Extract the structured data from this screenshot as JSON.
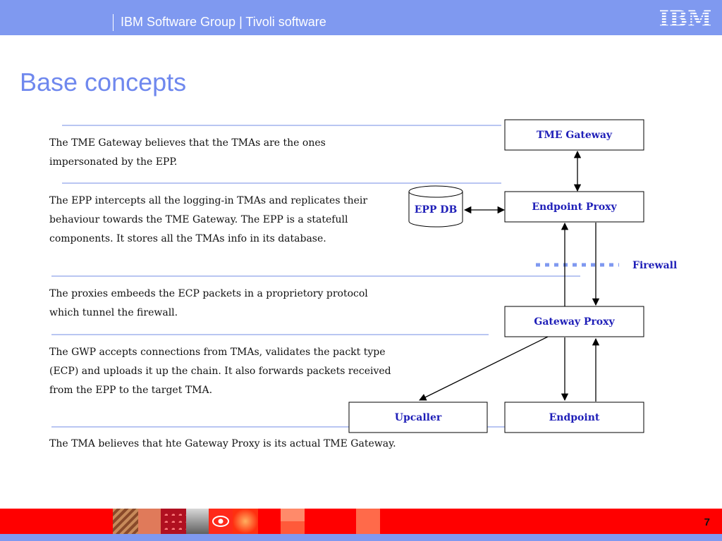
{
  "header": {
    "text": "IBM Software Group | Tivoli software",
    "logo": "IBM"
  },
  "page_title": "Base concepts",
  "paragraphs": [
    {
      "lines": [
        "The TME Gateway believes that the TMAs are the ones",
        "impersonated by the EPP."
      ]
    },
    {
      "lines": [
        "The EPP intercepts all the logging-in TMAs and replicates their",
        "behaviour towards the TME Gateway. The EPP is a statefull",
        "components. It stores all the TMAs info in its database."
      ]
    },
    {
      "lines": [
        "The proxies embeeds the ECP packets in a proprietory protocol",
        "which tunnel the firewall."
      ]
    },
    {
      "lines": [
        "The GWP accepts connections from TMAs, validates the packt type",
        "(ECP) and uploads it up the chain. It also forwards packets received",
        "from the EPP to the target TMA."
      ]
    },
    {
      "lines": [
        "The TMA believes that hte Gateway Proxy is its actual TME Gateway."
      ]
    }
  ],
  "diagram": {
    "nodes": {
      "tme_gateway": "TME Gateway",
      "endpoint_proxy": "Endpoint Proxy",
      "epp_db": "EPP DB",
      "gateway_proxy": "Gateway Proxy",
      "upcaller": "Upcaller",
      "endpoint": "Endpoint"
    },
    "firewall_label": "Firewall"
  },
  "footer": {
    "page_number": "7"
  },
  "colors": {
    "header": "#7f99f0",
    "title": "#6f88ee",
    "node_text": "#1f1fb8",
    "footer": "#ff0000",
    "rule": "#8fa3ea"
  }
}
